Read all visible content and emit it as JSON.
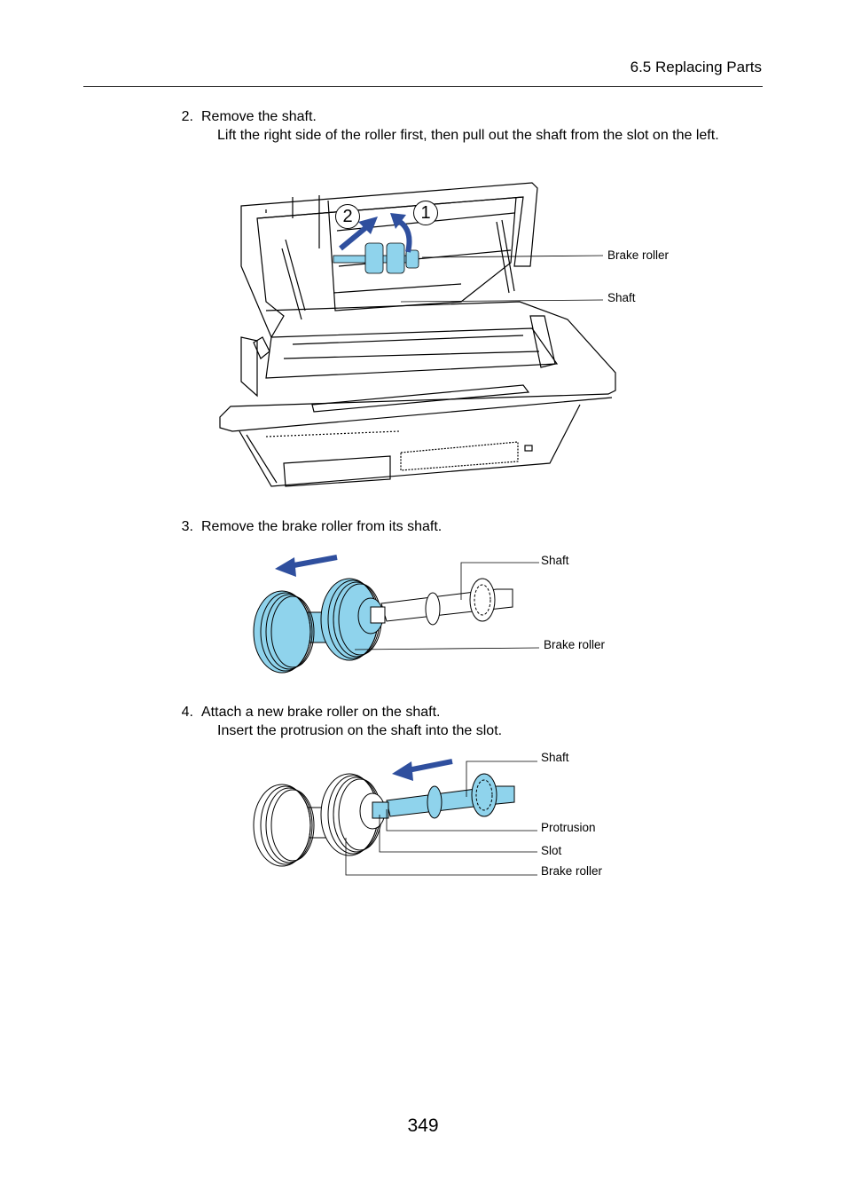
{
  "header": {
    "section": "6.5 Replacing Parts"
  },
  "steps": [
    {
      "number": "2.",
      "title": "Remove the shaft.",
      "detail": "Lift the right side of the roller first, then pull out the shaft from the slot on the left.",
      "figure": {
        "badges": [
          "2",
          "1"
        ],
        "callouts": [
          "Brake roller",
          "Shaft"
        ]
      }
    },
    {
      "number": "3.",
      "title": "Remove the brake roller from its shaft.",
      "figure": {
        "callouts": [
          "Shaft",
          "Brake roller"
        ]
      }
    },
    {
      "number": "4.",
      "title": "Attach a new brake roller on the shaft.",
      "detail": "Insert the protrusion on the shaft into the slot.",
      "figure": {
        "callouts": [
          "Shaft",
          "Protrusion",
          "Slot",
          "Brake roller"
        ]
      }
    }
  ],
  "colors": {
    "arrow": "#2f4f9e",
    "roller": "#8fd3ec",
    "line": "#000000"
  },
  "page_number": "349"
}
